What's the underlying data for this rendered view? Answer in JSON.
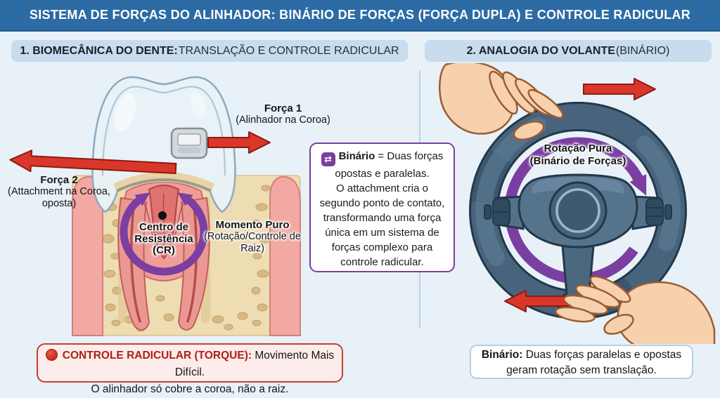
{
  "title": "SISTEMA DE FORÇAS DO ALINHADOR: BINÁRIO DE FORÇAS (FORÇA DUPLA) E CONTROLE RADICULAR",
  "colors": {
    "title_bar_bg": "#2d6ba4",
    "page_bg": "#e8f1f8",
    "header_pill_bg": "#c8dcee",
    "force_arrow_red": "#da372a",
    "moment_purple": "#7b3fa2",
    "warning_bg": "#fcecea",
    "warning_border": "#c63e31",
    "warning_heading": "#ad1f16",
    "info_box_border": "#b5cfe4",
    "wheel_body": "#48637c",
    "hand_skin": "#f7d1ae"
  },
  "icons": {
    "center_box_icon": "cycle-arrows-icon",
    "center_box_icon_glyph": "⇄",
    "warning_icon": "red-dot-icon"
  },
  "left_panel": {
    "header_bold": "1. BIOMECÂNICA DO DENTE:",
    "header_rest": " TRANSLAÇÃO E CONTROLE RADICULAR",
    "labels": {
      "forca1_title": "Força 1",
      "forca1_sub": "(Alinhador na Coroa)",
      "forca2_title": "Força 2",
      "forca2_sub": "(Attachment na Coroa, oposta)",
      "cr_line1": "Centro de",
      "cr_line2": "Resistência",
      "cr_line3": "(CR)",
      "momento_title": "Momento Puro",
      "momento_sub": "(Rotação/Controle de Raiz)"
    },
    "warning_box": {
      "heading": "CONTROLE RADICULAR (TORQUE):",
      "rest": " Movimento Mais Difícil.",
      "line2": "O alinhador só cobre a coroa, não a raiz."
    }
  },
  "center_box": {
    "line1_bold": "Binário",
    "line1_rest": " = Duas forças",
    "lines": [
      "opostas e paralelas.",
      "O attachment cria o",
      "segundo ponto de contato,",
      "transformando uma força",
      "única em um sistema de",
      "forças complexo para",
      "controle radicular."
    ]
  },
  "right_panel": {
    "header_bold": "2. ANALOGIA DO VOLANTE",
    "header_rest": " (BINÁRIO)",
    "wheel_label_line1": "Rotação Pura",
    "wheel_label_line2": "(Binário de Forças)",
    "info_box": {
      "bold": "Binário:",
      "rest": " Duas forças paralelas e opostas",
      "line2": "geram rotação sem translação."
    }
  }
}
